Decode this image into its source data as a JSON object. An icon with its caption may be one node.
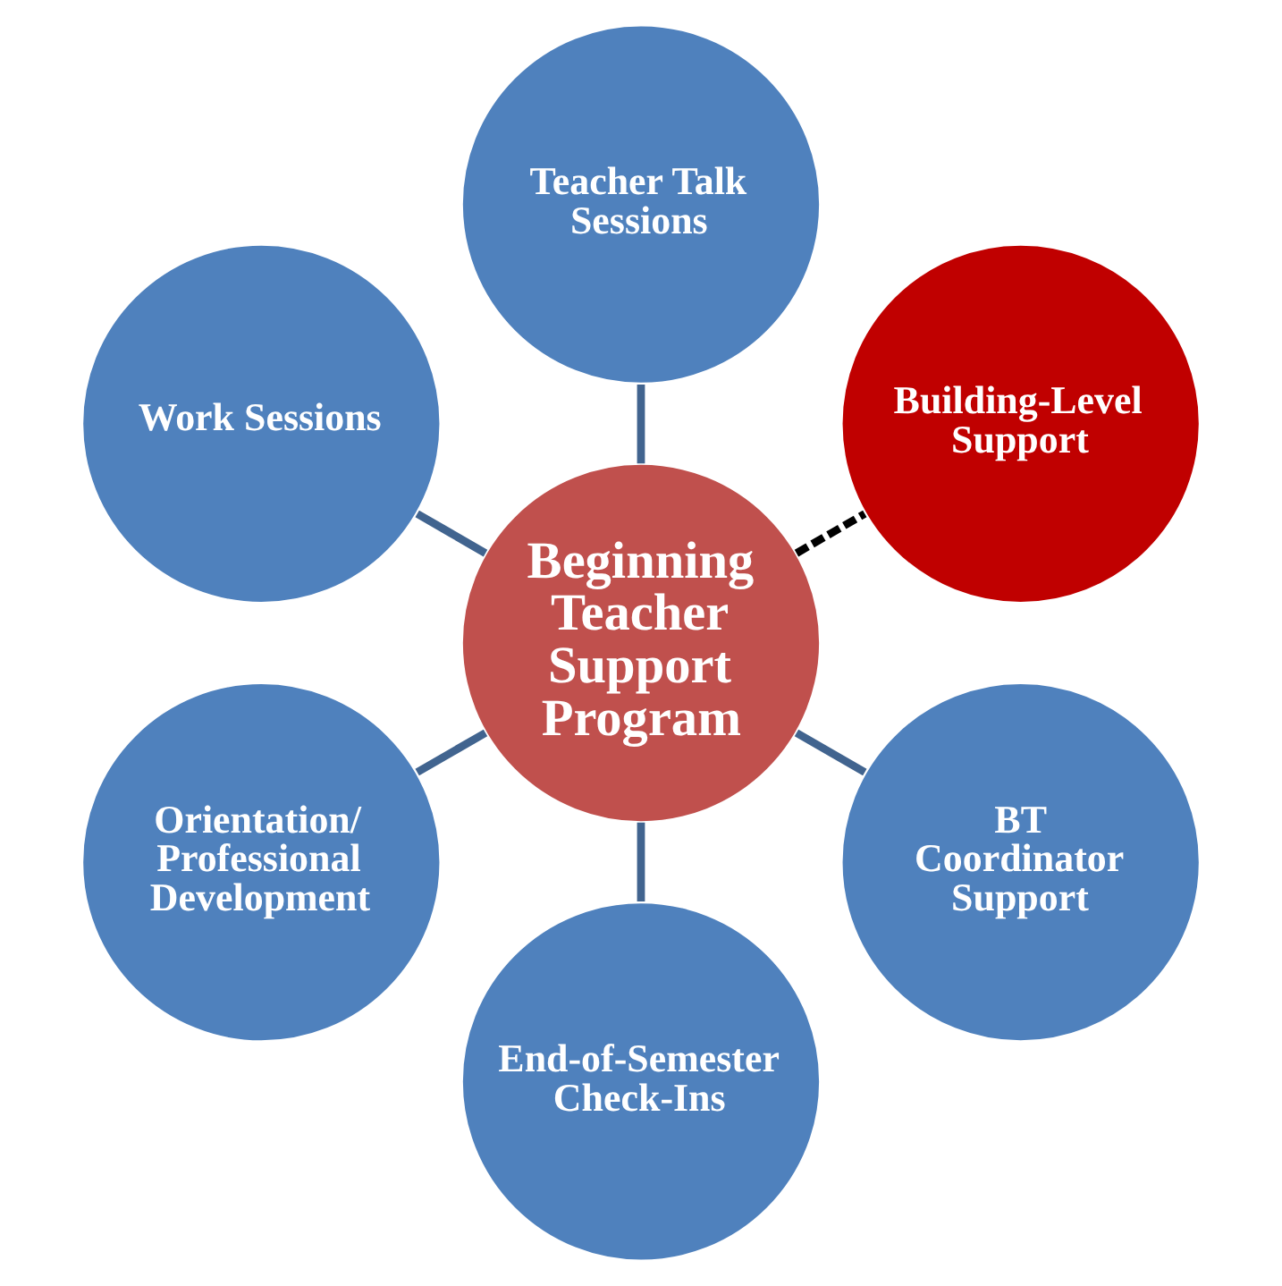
{
  "diagram": {
    "nodes": [
      {
        "text": [
          "Building-Level Support"
        ]
      },
      {
        "text": [
          "Teacher Talk Sessions"
        ]
      },
      {
        "text": [
          "Work Sessions"
        ]
      },
      {
        "text": [
          "Beginning Teacher Support Program"
        ]
      },
      {
        "text": [
          "Orientation/ Professional Development"
        ]
      },
      {
        "text": [
          "End-of-Semester Check-Ins"
        ]
      },
      {
        "text": [
          "BT Coordinator Support"
        ]
      }
    ],
    "edges": [
      {
        "from": 3,
        "to": 0,
        "arrow": "none",
        "style": "dashed",
        "color": "#000000"
      },
      {
        "from": 3,
        "to": 1,
        "arrow": "none"
      },
      {
        "from": 3,
        "to": 2,
        "arrow": "none"
      },
      {
        "from": 3,
        "to": 5,
        "arrow": "none"
      },
      {
        "from": 3,
        "to": 6,
        "arrow": "none"
      },
      {
        "from": 3,
        "to": 4,
        "arrow": "none"
      }
    ]
  }
}
